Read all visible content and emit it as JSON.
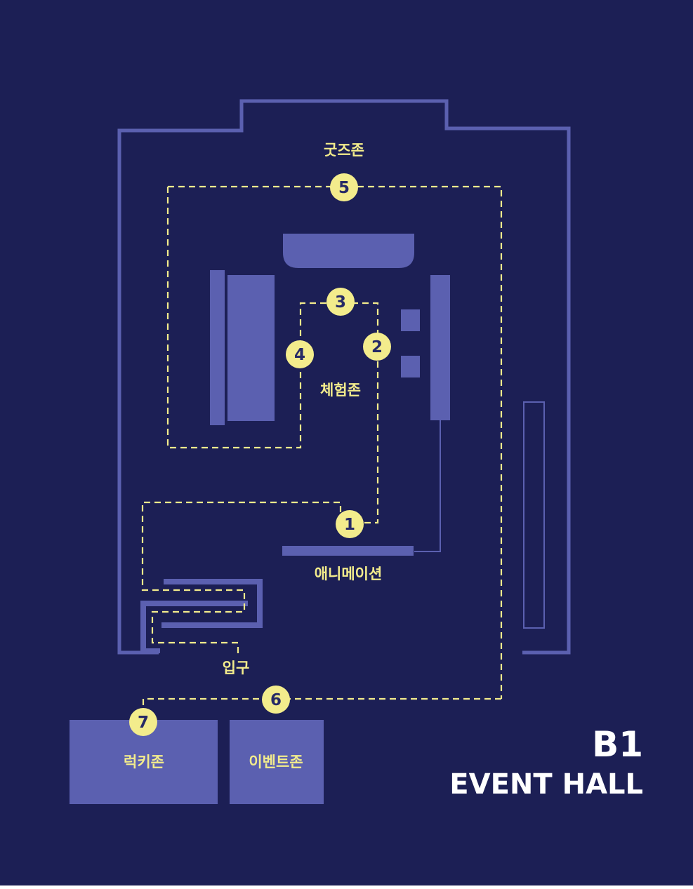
{
  "floor": "B1",
  "hall": "EVENT HALL",
  "zones": {
    "goods": "굿즈존",
    "experience": "체험존",
    "animation": "애니메이션",
    "entrance": "입구",
    "lucky": "럭키존",
    "event": "이벤트존"
  },
  "markers": [
    "1",
    "2",
    "3",
    "4",
    "5",
    "6",
    "7"
  ],
  "colors": {
    "background": "#1c1f55",
    "wall": "#5b60b0",
    "route": "#f3ec8c",
    "title": "#ffffff"
  }
}
